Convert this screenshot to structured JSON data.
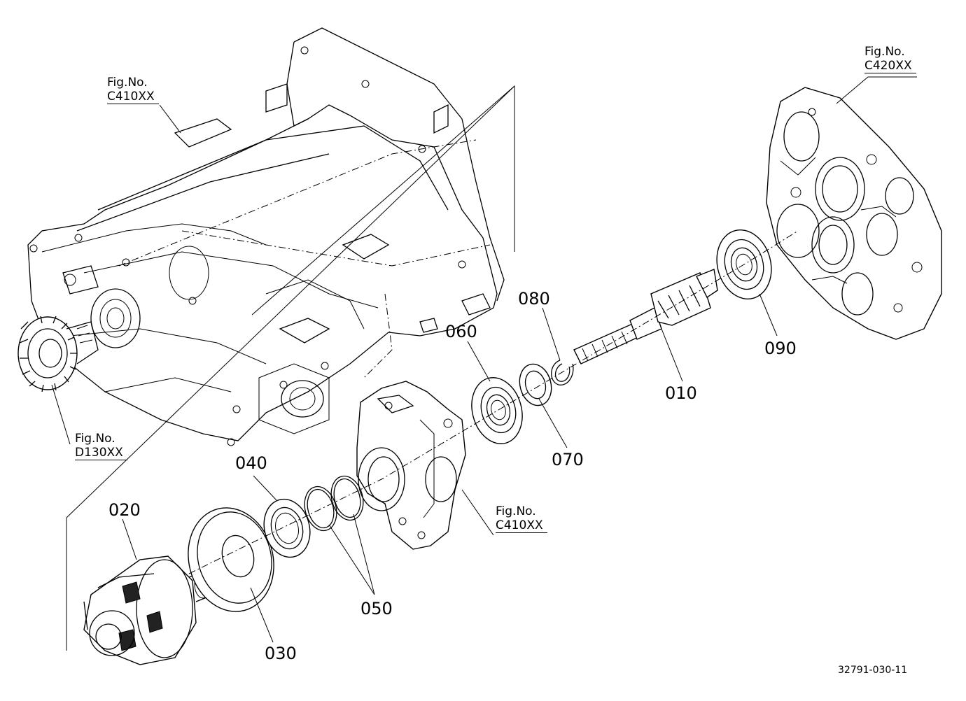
{
  "figure_refs": [
    {
      "id": "top-left",
      "prefix": "Fig.No.",
      "code": "C410XX"
    },
    {
      "id": "top-right",
      "prefix": "Fig.No.",
      "code": "C420XX"
    },
    {
      "id": "left",
      "prefix": "Fig.No.",
      "code": "D130XX"
    },
    {
      "id": "middle",
      "prefix": "Fig.No.",
      "code": "C410XX"
    }
  ],
  "part_labels": {
    "p010": "010",
    "p020": "020",
    "p030": "030",
    "p040": "040",
    "p050": "050",
    "p060": "060",
    "p070": "070",
    "p080": "080",
    "p090": "090"
  },
  "document_number": "32791-030-11"
}
